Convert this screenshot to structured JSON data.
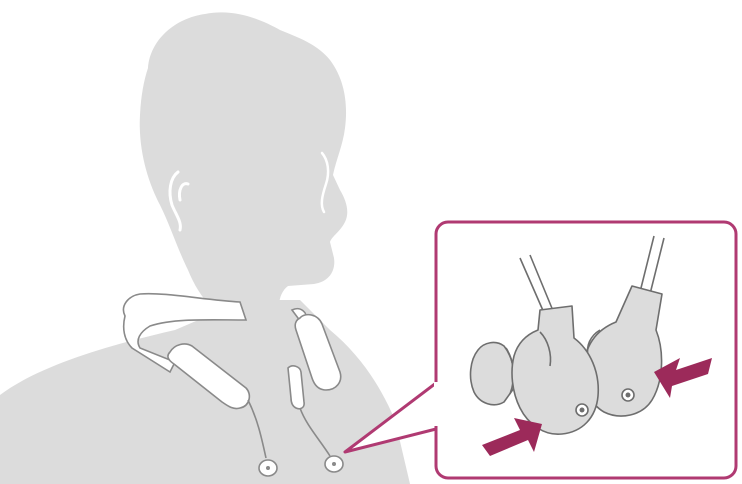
{
  "illustration": {
    "subject": "person-wearing-neckband-headphones",
    "inset": "earbuds-magnetically-attached",
    "colors": {
      "silhouette": "#dcdcdc",
      "line": "#8a8a8a",
      "callout_border": "#b03a72",
      "arrow": "#9c2a5a",
      "background": "#ffffff"
    },
    "icons": [
      "person-silhouette",
      "neckband-headphones",
      "earbud-left",
      "earbud-right",
      "press-arrow-left",
      "press-arrow-right"
    ]
  }
}
